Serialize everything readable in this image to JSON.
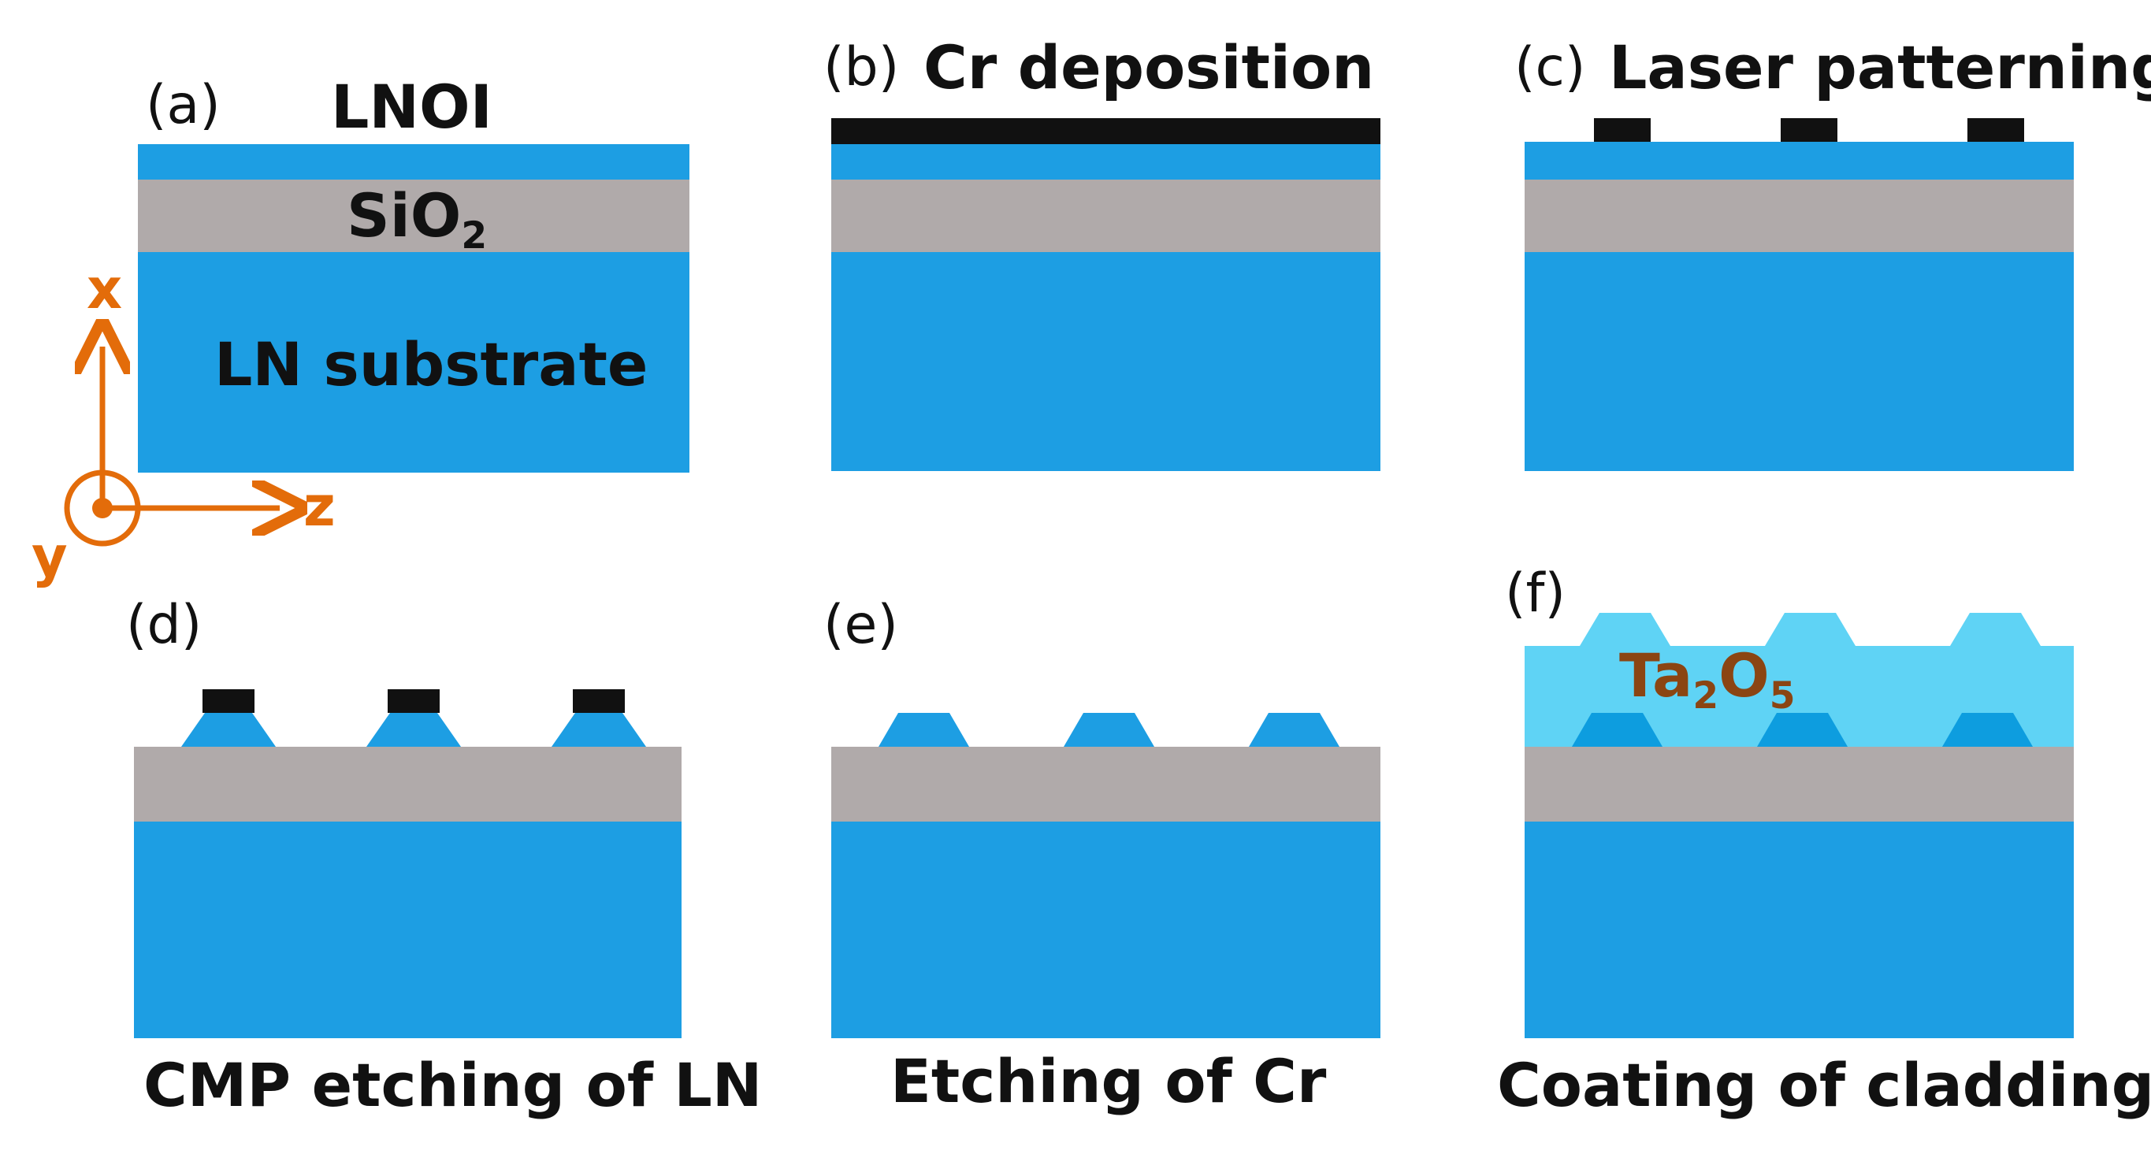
{
  "colors": {
    "ln": "#1d9ee3",
    "sio2": "#b0aaaa",
    "cr": "#111111",
    "cladding": "#5fd3f5",
    "axis": "#e36c0a",
    "ta2o5_text": "#8b4513"
  },
  "panels": {
    "a": {
      "tag": "(a)",
      "title": "LNOI",
      "sio2_label": "SiO",
      "sio2_sub": "2",
      "substrate_label": "LN substrate"
    },
    "b": {
      "tag": "(b)",
      "title": "Cr deposition"
    },
    "c": {
      "tag": "(c)",
      "title": "Laser patterning"
    },
    "d": {
      "tag": "(d)",
      "caption": "CMP etching of LN"
    },
    "e": {
      "tag": "(e)",
      "caption": "Etching of Cr"
    },
    "f": {
      "tag": "(f)",
      "caption": "Coating of cladding",
      "cladding_label": "Ta",
      "cladding_sub1": "2",
      "cladding_mid": "O",
      "cladding_sub2": "5"
    }
  },
  "axes": {
    "x": "x",
    "y": "y",
    "z": "z"
  }
}
